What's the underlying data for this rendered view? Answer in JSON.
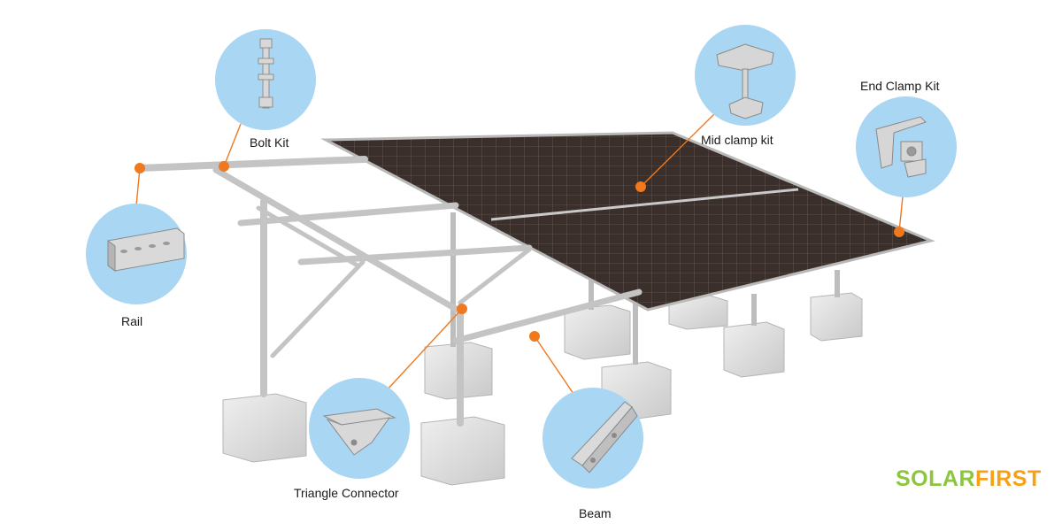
{
  "parts": [
    {
      "id": "bolt-kit",
      "label": "Bolt Kit",
      "icon": "bolt-icon"
    },
    {
      "id": "mid-clamp-kit",
      "label": "Mid clamp kit",
      "icon": "mid-clamp-icon"
    },
    {
      "id": "end-clamp-kit",
      "label": "End Clamp Kit",
      "icon": "end-clamp-icon"
    },
    {
      "id": "rail",
      "label": "Rail",
      "icon": "rail-profile-icon"
    },
    {
      "id": "triangle-connector",
      "label": "Triangle Connector",
      "icon": "triangle-connector-icon"
    },
    {
      "id": "beam",
      "label": "Beam",
      "icon": "beam-profile-icon"
    }
  ],
  "logo": {
    "part1": "SOLAR",
    "part2": "FIRST"
  },
  "colors": {
    "callout_circle": "#a9d6f2",
    "accent_orange": "#f0781e",
    "panel": "#3b302b",
    "frame": "#c7c7c7",
    "concrete": "#dcdcdc"
  }
}
